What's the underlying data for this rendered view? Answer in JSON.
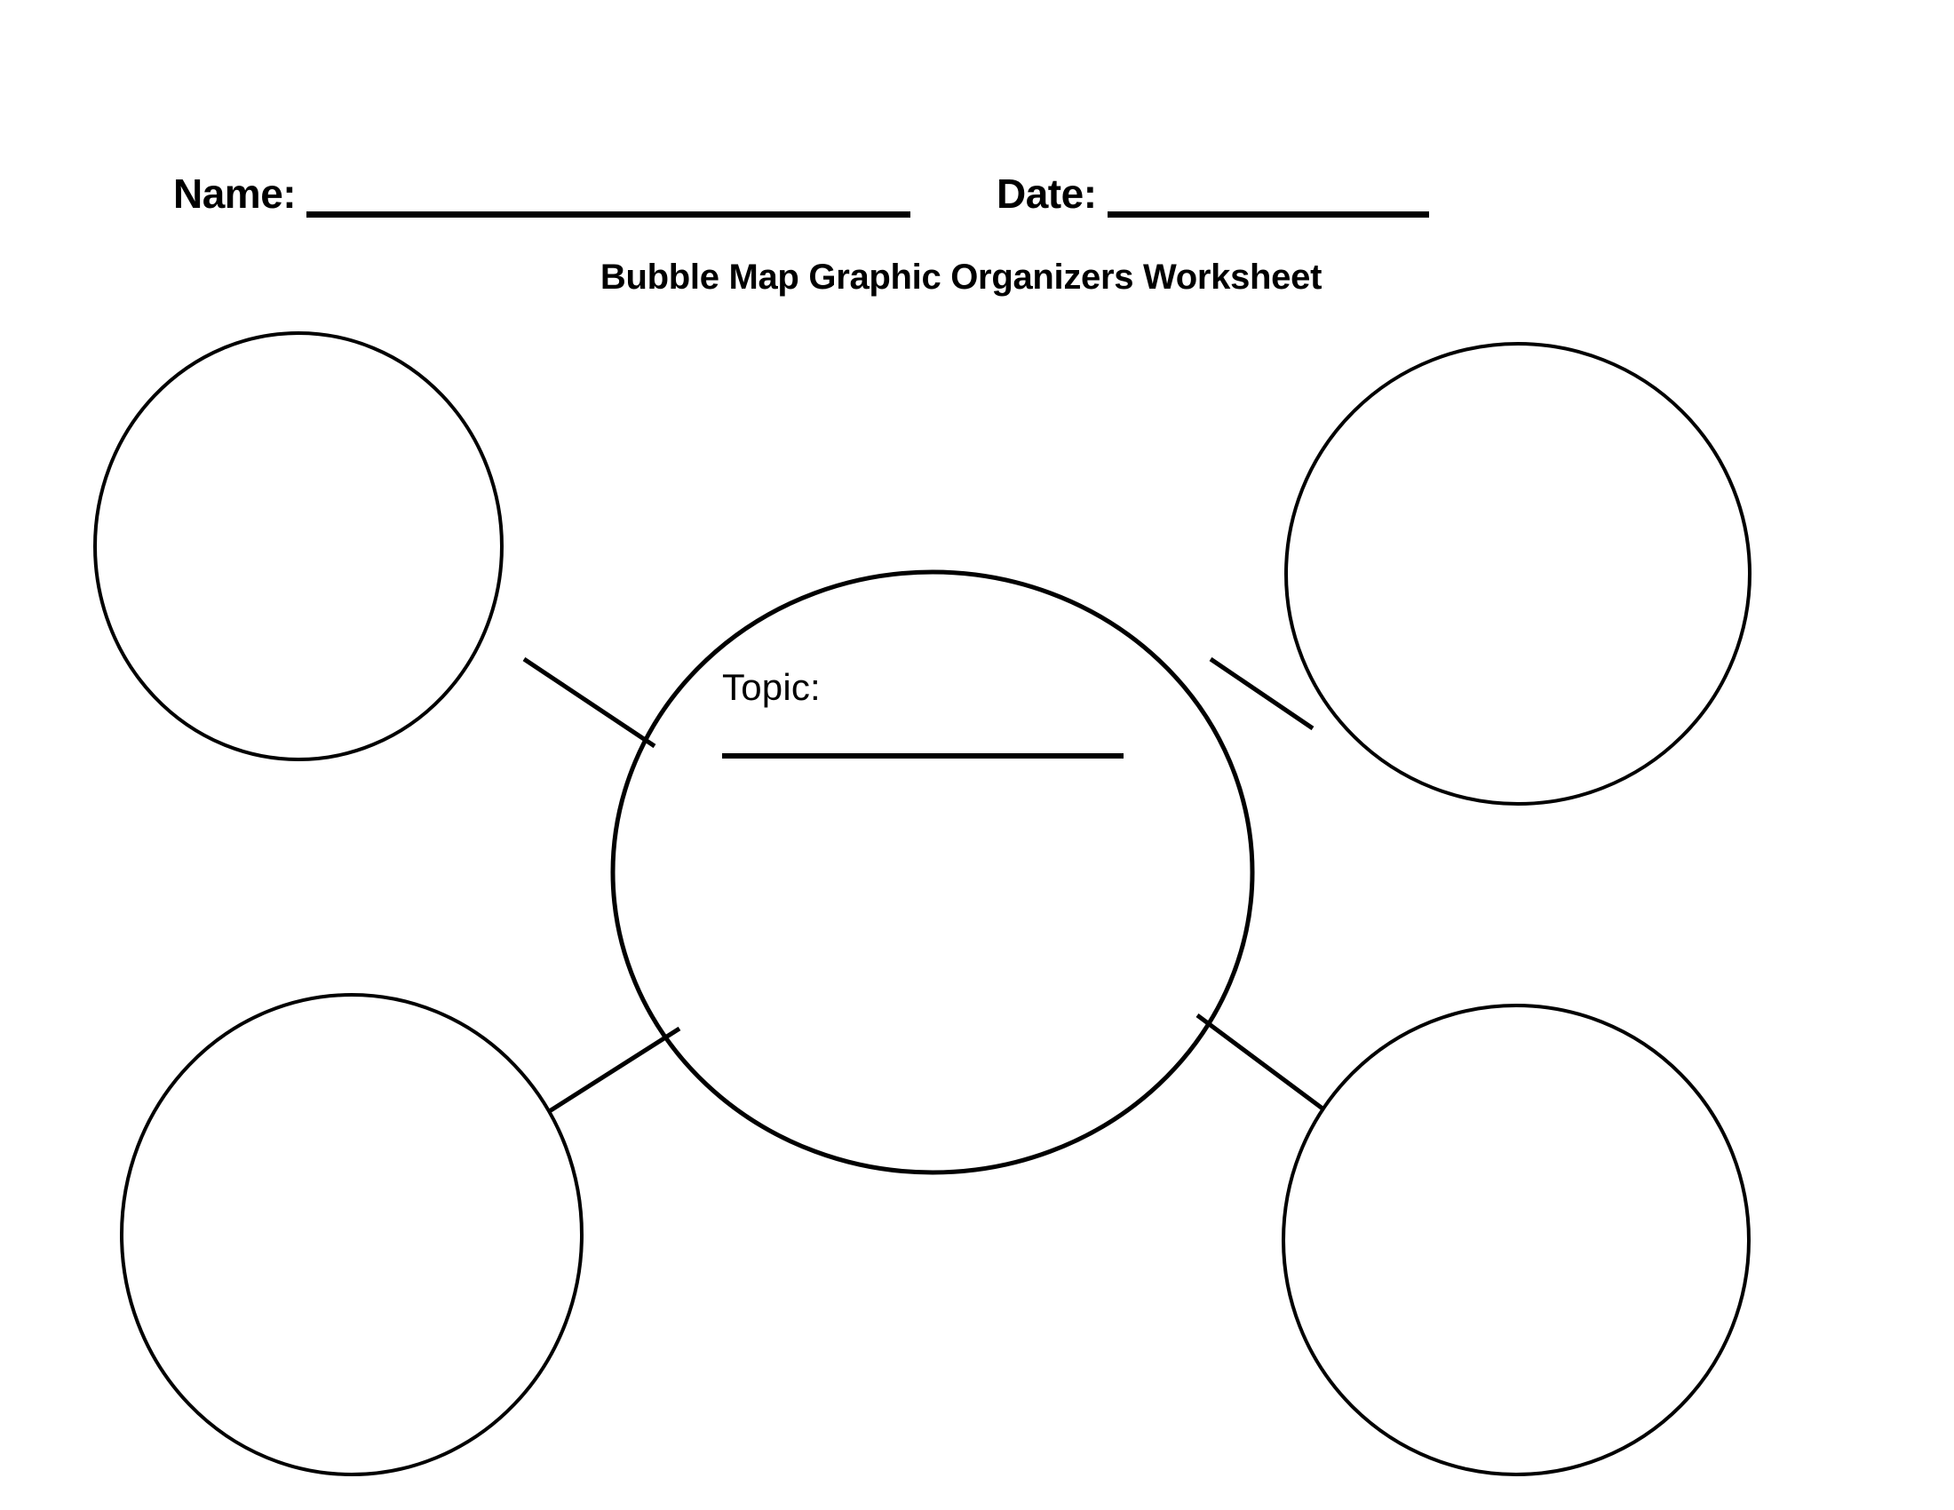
{
  "document": {
    "title": "Bubble Map Graphic Organizers Worksheet",
    "page_background": "#ffffff",
    "ink_color": "#000000"
  },
  "header": {
    "name_label": "Name:",
    "name_value": "",
    "date_label": "Date:",
    "date_value": ""
  },
  "center_bubble": {
    "topic_label": "Topic:",
    "topic_value": ""
  },
  "bubbles": [
    {
      "id": "bubble-top-left",
      "label": "",
      "position": "top-left"
    },
    {
      "id": "bubble-top-right",
      "label": "",
      "position": "top-right"
    },
    {
      "id": "bubble-bottom-left",
      "label": "",
      "position": "bottom-left"
    },
    {
      "id": "bubble-bottom-right",
      "label": "",
      "position": "bottom-right"
    }
  ],
  "connectors": [
    {
      "id": "connector-top-left",
      "from": "bubble-top-left",
      "to": "center-bubble"
    },
    {
      "id": "connector-top-right",
      "from": "bubble-top-right",
      "to": "center-bubble"
    },
    {
      "id": "connector-bottom-left",
      "from": "bubble-bottom-left",
      "to": "center-bubble"
    },
    {
      "id": "connector-bottom-right",
      "from": "bubble-bottom-right",
      "to": "center-bubble"
    }
  ]
}
